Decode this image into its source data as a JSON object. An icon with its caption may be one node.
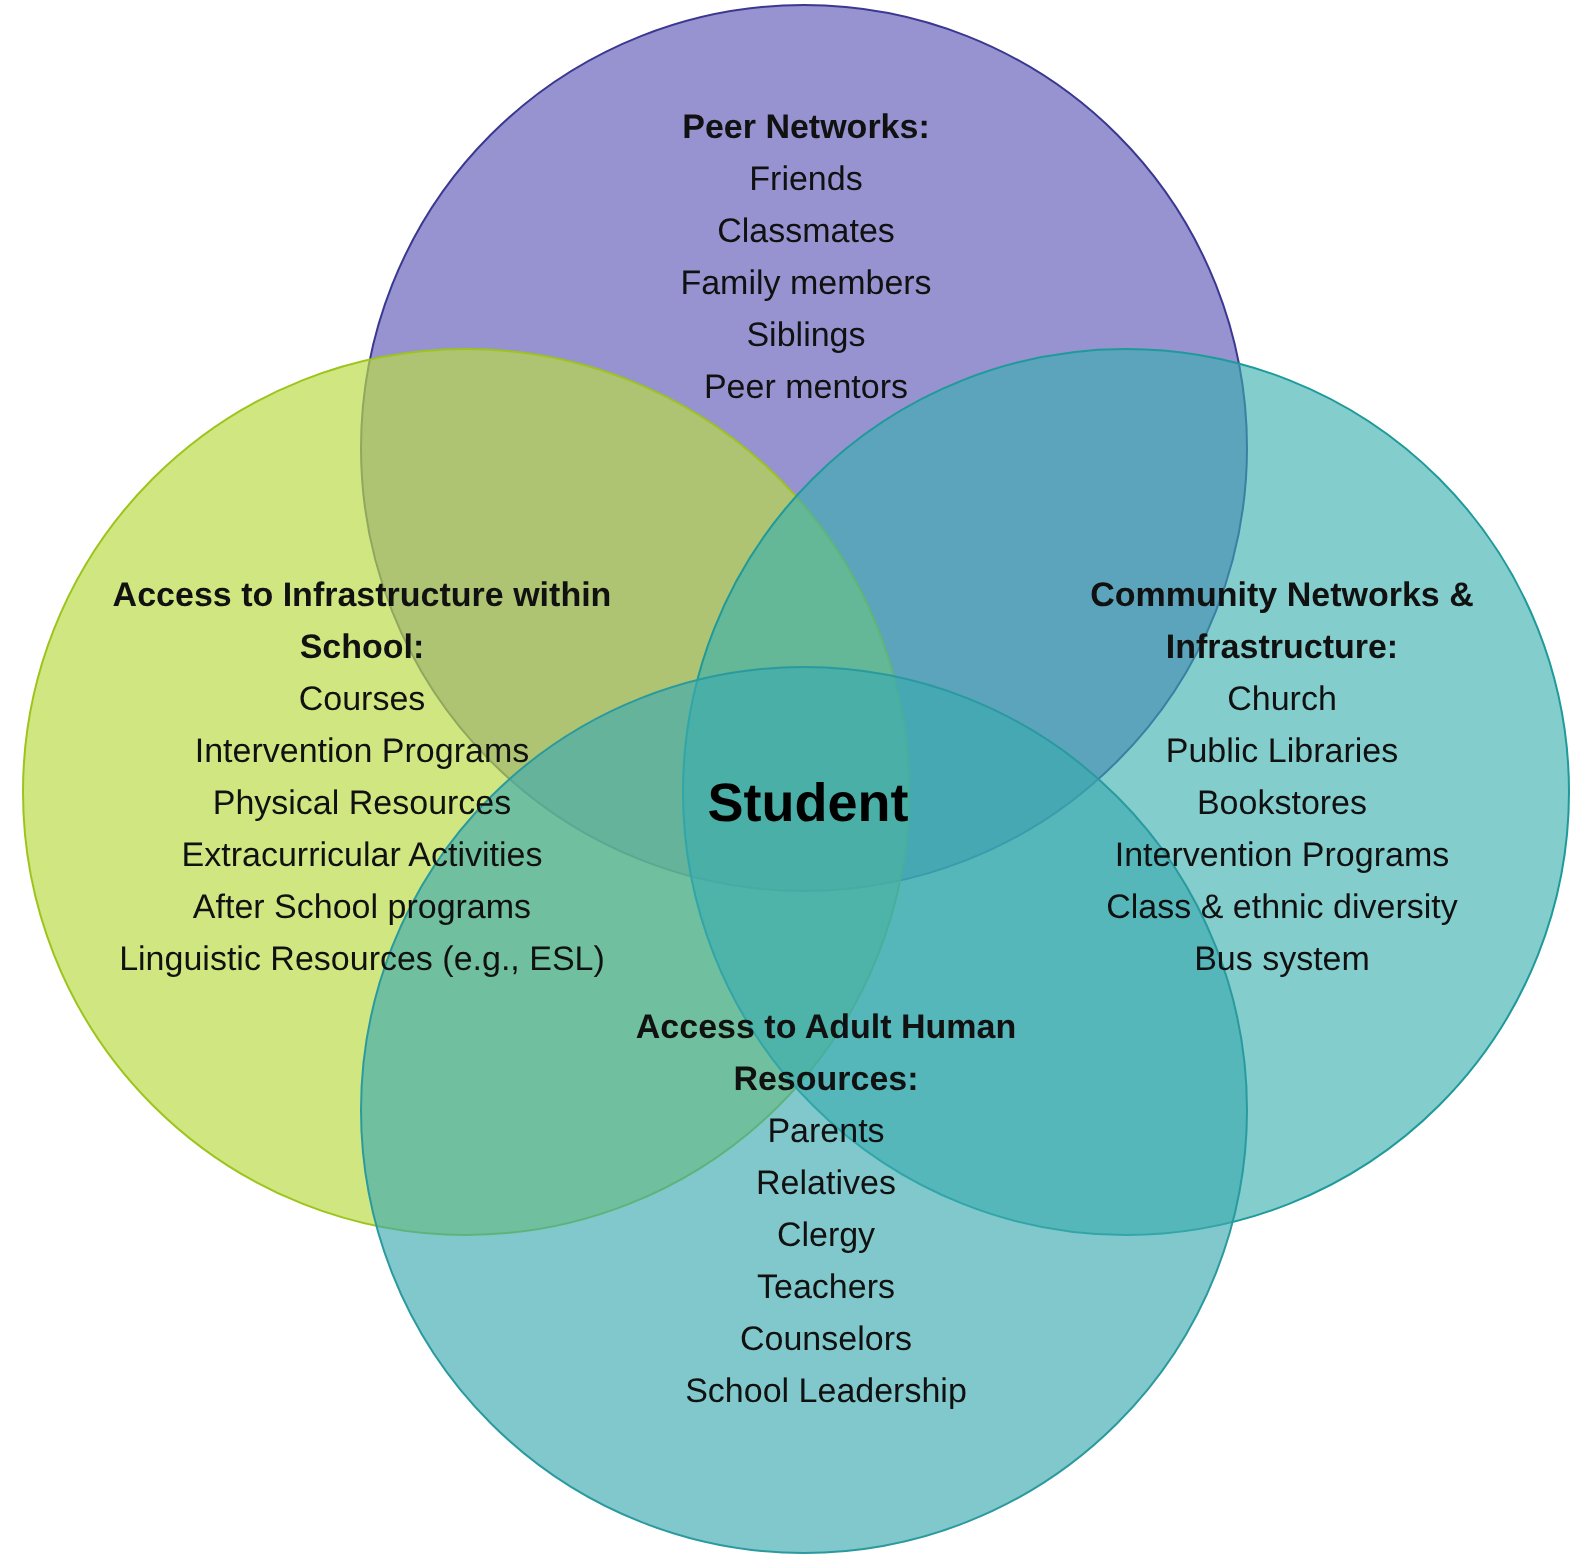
{
  "diagram": {
    "nodes": [
      {
        "text": [
          "Peer Networks:",
          "Friends",
          "Classmates",
          "Family members",
          "Siblings",
          "Peer mentors"
        ]
      },
      {
        "text": [
          "Access to Infrastructure within School:",
          "Courses",
          "Intervention Programs",
          "Physical Resources",
          "Extracurricular Activities",
          "After School programs",
          "Linguistic Resources (e.g., ESL)"
        ]
      },
      {
        "text": [
          "Community Networks & Infrastructure:",
          "Church",
          "Public Libraries",
          "Bookstores",
          "Intervention Programs",
          "Class & ethnic diversity",
          "Bus system"
        ]
      },
      {
        "text": [
          "Access to Adult Human Resources:",
          "Parents",
          "Relatives",
          "Clergy",
          "Teachers",
          "Counselors",
          "School Leadership"
        ]
      }
    ],
    "labels": [
      "Student"
    ]
  }
}
